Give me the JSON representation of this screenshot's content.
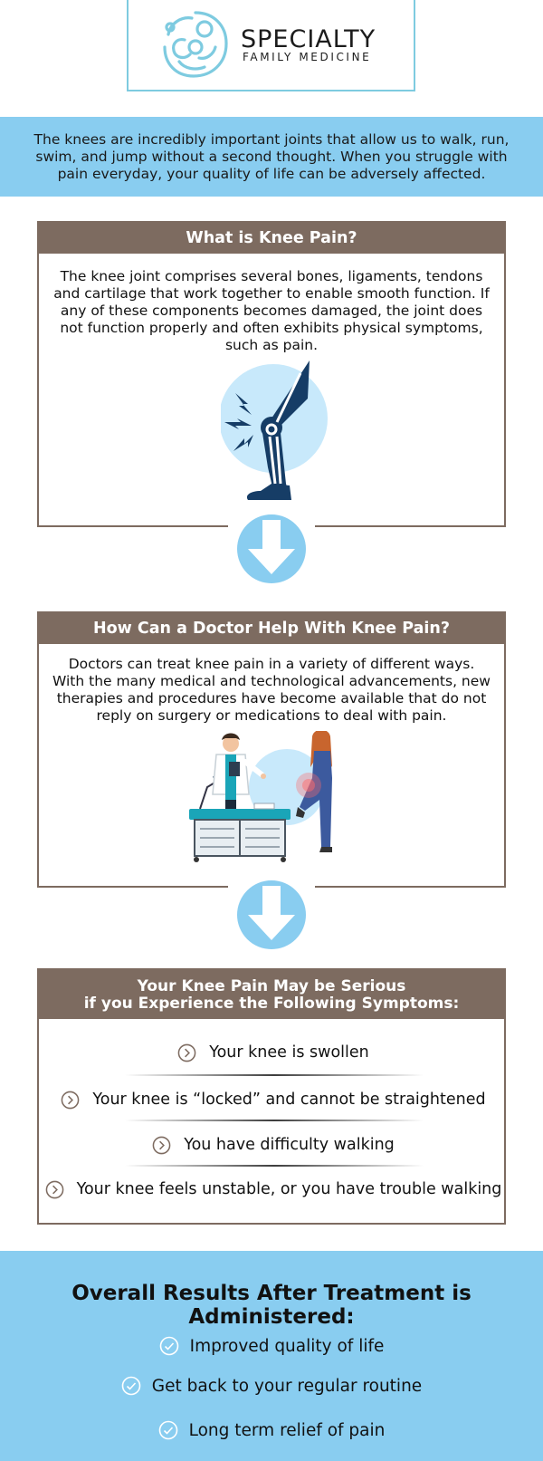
{
  "brand": {
    "name": "SPECIALTY",
    "subtitle": "FAMILY MEDICINE"
  },
  "intro": {
    "text": "The knees are incredibly important joints that allow us to walk, run, swim, and jump without a second thought. When you struggle with pain everyday, your quality of life can be adversely affected."
  },
  "section1": {
    "title": "What is Knee Pain?",
    "body": "The knee joint comprises several bones, ligaments, tendons and cartilage that work together to enable smooth function. If any of these components becomes damaged, the joint does not function properly and often exhibits physical symptoms, such as pain."
  },
  "section2": {
    "title": "How Can a Doctor Help With Knee Pain?",
    "body": "Doctors can treat knee pain in a variety of different ways. With the many medical and technological advancements, new therapies and procedures have become available that do not reply on surgery or medications to deal with pain."
  },
  "section3": {
    "title_line1": "Your Knee Pain May be Serious",
    "title_line2": "if you Experience the Following Symptoms:",
    "symptoms": [
      "Your knee is swollen",
      "Your knee is “locked” and cannot be straightened",
      "You have difficulty walking",
      "Your knee feels unstable, or you have trouble walking"
    ]
  },
  "results": {
    "title": "Overall Results After Treatment is Administered:",
    "items": [
      "Improved quality of life",
      "Get back to your regular routine",
      "Long term relief of pain"
    ]
  },
  "colors": {
    "accent_blue": "#89cdf0",
    "header_brown": "#7d6b60",
    "navy": "#163d66",
    "logo_teal": "#7ecbe0"
  },
  "icons": {
    "logo": "family-logo-icon",
    "knee": "knee-pain-illustration",
    "doctor": "doctor-patient-illustration",
    "arrow": "arrow-down-icon",
    "chevron": "chevron-right-circle-icon",
    "check": "check-circle-icon"
  }
}
